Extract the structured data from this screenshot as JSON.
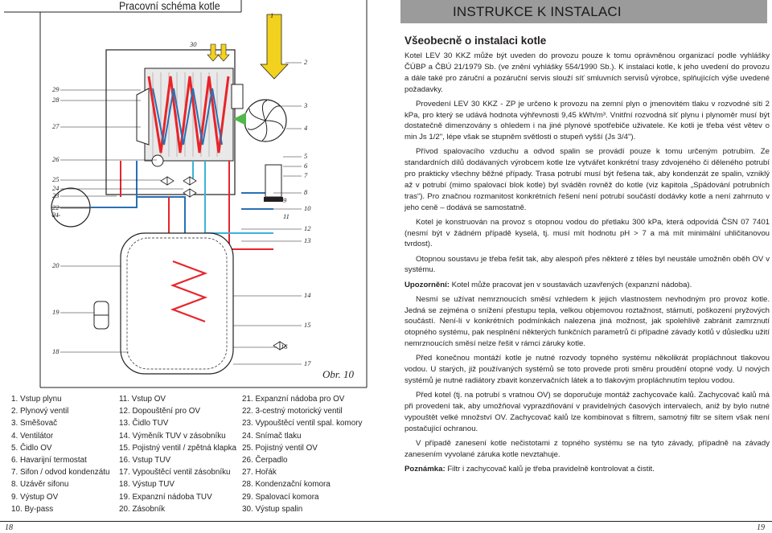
{
  "left_page": {
    "title": "Pracovní schéma kotle",
    "figure_label": "Obr. 10",
    "page_number": "18",
    "callouts_left": [
      "29",
      "28",
      "27",
      "26",
      "25",
      "24",
      "23",
      "22",
      "21",
      "20",
      "19",
      "18"
    ],
    "callouts_right": [
      "1",
      "2",
      "3",
      "4",
      "5",
      "6",
      "7",
      "8",
      "9",
      "10",
      "11",
      "12",
      "13",
      "14",
      "15",
      "16",
      "17"
    ],
    "callout_top": "30",
    "legend": {
      "col1": [
        "1. Vstup plynu",
        "2. Plynový ventil",
        "3. Směšovač",
        "4. Ventilátor",
        "5. Čidlo OV",
        "6. Havarijní termostat",
        "7. Sifon / odvod kondenzátu",
        "8. Uzávěr sifonu",
        "9. Výstup OV",
        "10. By-pass"
      ],
      "col2": [
        "11. Vstup OV",
        "12. Dopouštění pro OV",
        "13. Čidlo TUV",
        "14. Výměník TUV v zásobníku",
        "15. Pojistný ventil / zpětná klapka",
        "16. Vstup TUV",
        "17. Vypouštěcí ventil zásobníku",
        "18. Výstup TUV",
        "19. Expanzní nádoba TUV",
        "20. Zásobník"
      ],
      "col3": [
        "21. Expanzní nádoba pro OV",
        "22. 3-cestný motorický ventil",
        "23. Vypouštěcí ventil spal. komory",
        "24. Snímač tlaku",
        "25. Pojistný ventil OV",
        "26. Čerpadlo",
        "27. Hořák",
        "28. Kondenzační komora",
        "29. Spalovací komora",
        "30. Výstup spalin"
      ]
    }
  },
  "right_page": {
    "banner_title": "INSTRUKCE K INSTALACI",
    "section_title": "Všeobecně o instalaci kotle",
    "page_number": "19",
    "paragraphs": [
      "Kotel LEV 30 KKZ může být uveden do provozu pouze k tomu oprávněnou organizací podle vyhlášky ČÚBP a ČBÚ 21/1979 Sb. (ve znění vyhlášky 554/1990 Sb.). K instalaci kotle, k jeho uvedení do provozu a dále také pro záruční a pozáruční servis slouží síť smluvních servisů výrobce, splňujících výše uvedené požadavky.",
      "Provedení LEV 30 KKZ - ZP je určeno k provozu na zemní plyn o jmenovitém tlaku v rozvodné síti 2 kPa, pro který se udává hodnota výhřevnosti 9,45 kWh/m³. Vnitřní rozvodná síť plynu i plynoměr musí být dostatečně dimenzovány s ohledem i na jiné plynové spotřebiče uživatele. Ke kotli je třeba vést větev o min Js 1/2\", lépe však se stupněm světlosti o stupeň vyšší (Js 3/4\").",
      "Přívod spalovacího vzduchu a odvod spalin se provádí pouze k tomu určeným potrubím. Ze standardních dílů dodávaných výrobcem kotle lze vytvářet konkrétní trasy zdvojeného či děleného potrubí pro prakticky všechny běžné případy. Trasa potrubí musí být řešena tak, aby kondenzát ze spalin, vzniklý až v potrubí (mimo spalovací blok kotle) byl sváděn rovněž do kotle (viz kapitola „Spádování potrubních tras“). Pro značnou rozmanitost konkrétních řešení není potrubí součástí dodávky kotle a není zahrnuto v jeho ceně – dodává se samostatně.",
      "Kotel je konstruován na provoz s otopnou vodou do přetlaku 300 kPa, která odpovídá ČSN 07 7401 (nesmí být v žádném případě kyselá, tj. musí mít hodnotu pH > 7 a má mít minimální uhličitanovou tvrdost).",
      "Otopnou soustavu je třeba řešit tak, aby alespoň přes některé z těles byl neustále umožněn oběh OV v systému."
    ],
    "warning_label": "Upozornění:",
    "warning_text": " Kotel může pracovat jen v soustavách uzavřených (expanzní nádoba).",
    "paragraphs2": [
      "Nesmí se užívat nemrznoucích směsí vzhledem k jejich vlastnostem nevhodným pro provoz kotle. Jedná se zejména o snížení přestupu tepla, velkou objemovou roztažnost, stárnutí, poškození pryžových součástí. Není-li v konkrétních podmínkách nalezena jiná možnost, jak spolehlivě zabránit zamrznutí otopného systému, pak nesplnění některých funkčních parametrů či případné závady kotlů v důsledku užití nemrznoucích směsí nelze řešit v rámci záruky kotle.",
      "Před konečnou montáží kotle je nutné rozvody topného systému několikrát propláchnout tlakovou vodou. U starých, již používaných systémů se toto provede proti směru proudění otopné vody. U nových systémů je nutné radiátory zbavit konzervačních látek a to tlakovým propláchnutím teplou vodou.",
      "Před kotel (tj. na potrubí s vratnou OV) se doporučuje montáž zachycovače kalů. Zachycovač kalů má při provedení tak, aby umožňoval vyprazdňování v pravidelných časových intervalech, aniž by bylo nutné vypouštět velké množství OV. Zachycovač kalů lze kombinovat s filtrem, samotný filtr se sítem však není postačující ochranou.",
      "V případě zanesení kotle nečistotami z topného systému se na tyto závady, případně na závady zanesením vyvolané záruka kotle nevztahuje."
    ],
    "note_label": "Poznámka:",
    "note_text": " Filtr i zachycovač kalů je třeba pravidelně kontrolovat a čistit."
  },
  "colors": {
    "banner": "#9b9b9b",
    "pipe_hot": "#e8242a",
    "pipe_cold": "#2a6fb5",
    "pipe_cyan": "#3bb3d9",
    "ink": "#231f20"
  }
}
